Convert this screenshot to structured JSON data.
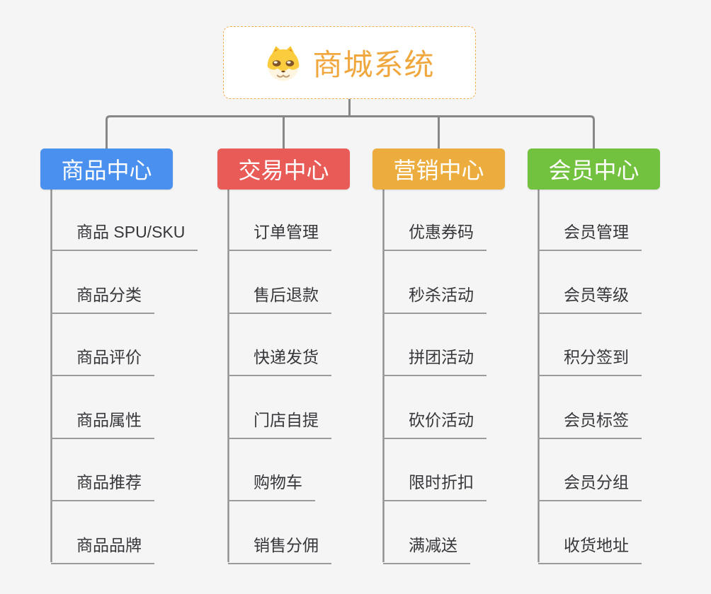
{
  "root": {
    "title": "商城系统",
    "icon": "dog-face-icon"
  },
  "colors": {
    "background": "#f5f5f5",
    "root_border": "#f0ad4e",
    "root_title": "#f0a73e",
    "connector": "#878787",
    "leaf_underline": "#9b9b9b",
    "leaf_text": "#37373b"
  },
  "branches": [
    {
      "label": "商品中心",
      "color": "#4a90ee",
      "items": [
        "商品 SPU/SKU",
        "商品分类",
        "商品评价",
        "商品属性",
        "商品推荐",
        "商品品牌"
      ]
    },
    {
      "label": "交易中心",
      "color": "#e95b57",
      "items": [
        "订单管理",
        "售后退款",
        "快递发货",
        "门店自提",
        "购物车",
        "销售分佣"
      ]
    },
    {
      "label": "营销中心",
      "color": "#ecad3e",
      "items": [
        "优惠券码",
        "秒杀活动",
        "拼团活动",
        "砍价活动",
        "限时折扣",
        "满减送"
      ]
    },
    {
      "label": "会员中心",
      "color": "#72c13f",
      "items": [
        "会员管理",
        "会员等级",
        "积分签到",
        "会员标签",
        "会员分组",
        "收货地址"
      ]
    }
  ]
}
